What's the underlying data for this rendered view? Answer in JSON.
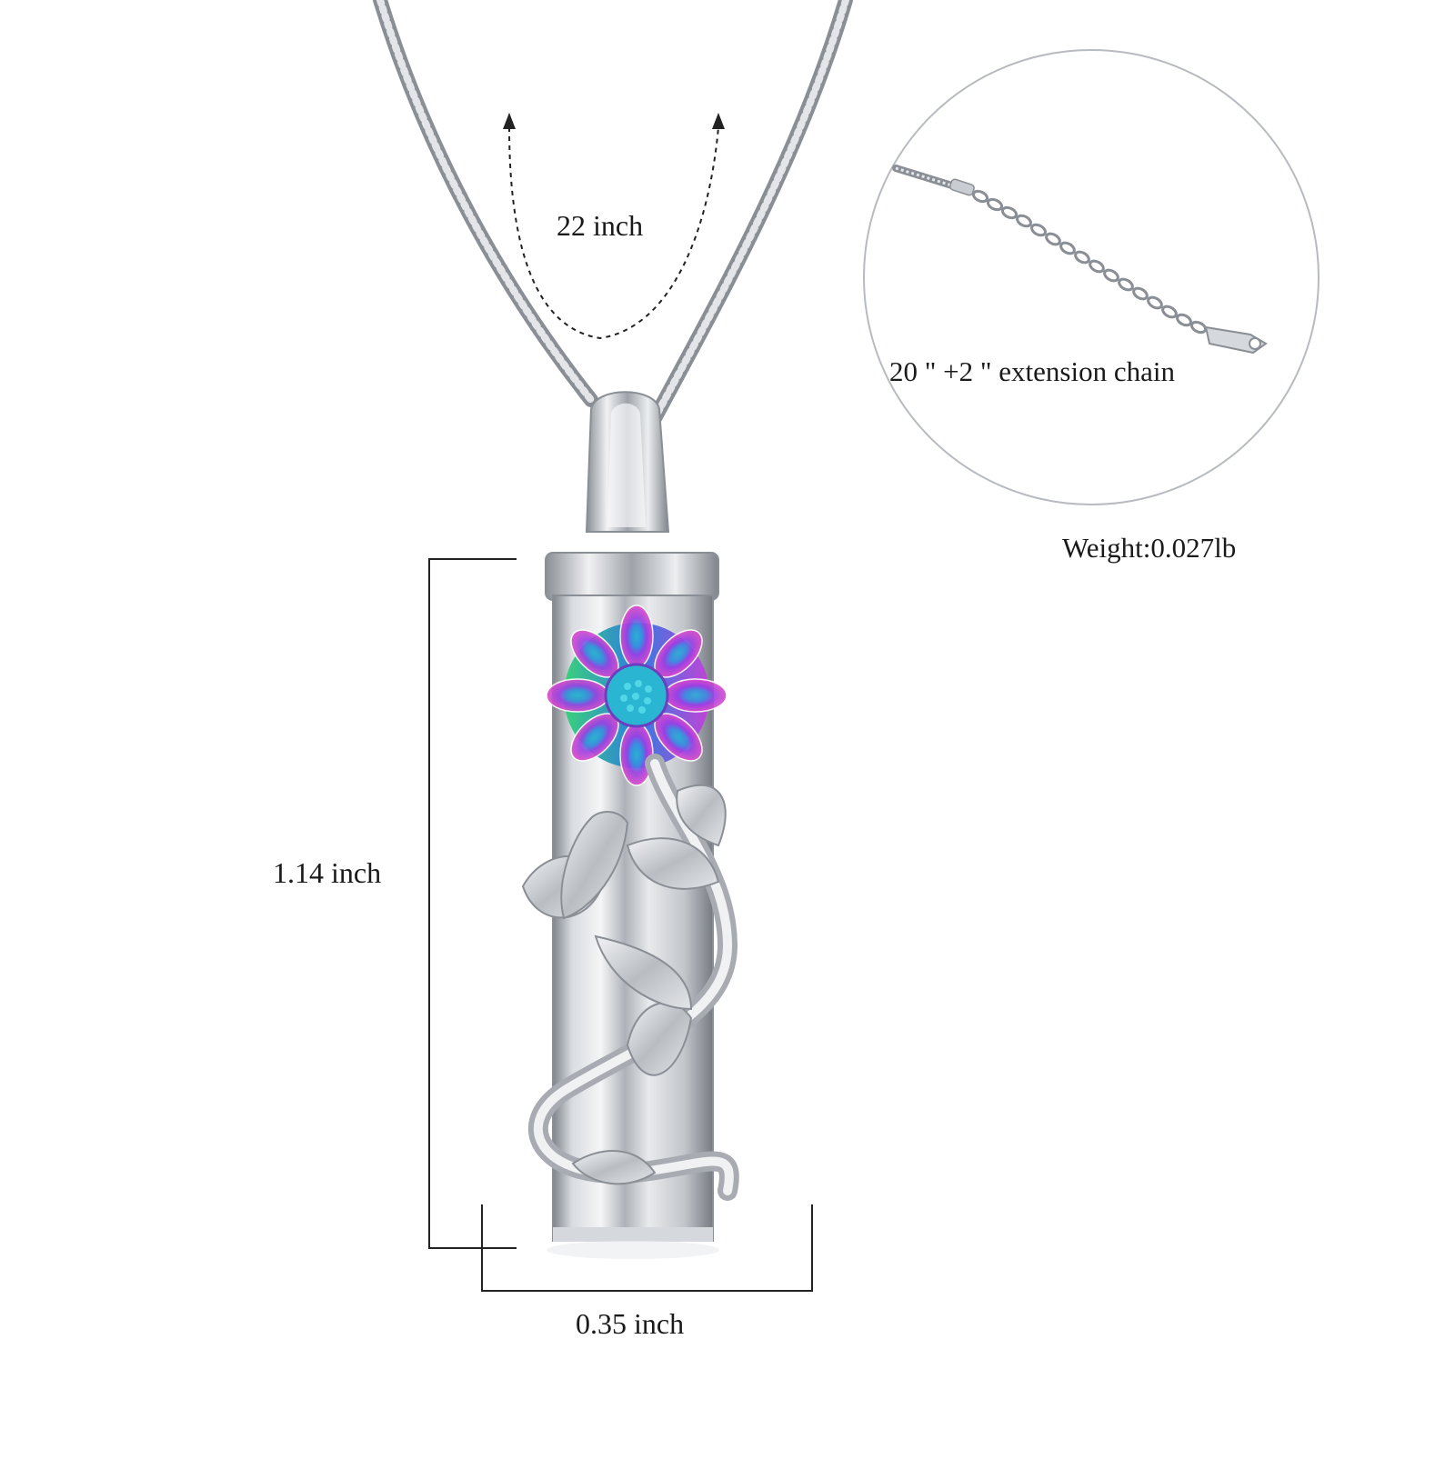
{
  "labels": {
    "chain_length": "22 inch",
    "extension": "20 \" +2 \" extension chain",
    "weight": "Weight:0.027lb",
    "height": "1.14 inch",
    "width": "0.35 inch"
  },
  "colors": {
    "background": "#ffffff",
    "silver": "#c9ccd1",
    "silver_dark": "#8d9299",
    "text": "#1a1a1a",
    "flower_green": "#39d27a",
    "flower_blue": "#2f7de0",
    "flower_purple": "#9b3ee6",
    "flower_magenta": "#e04bc8",
    "flower_teal": "#2ab6d2"
  }
}
